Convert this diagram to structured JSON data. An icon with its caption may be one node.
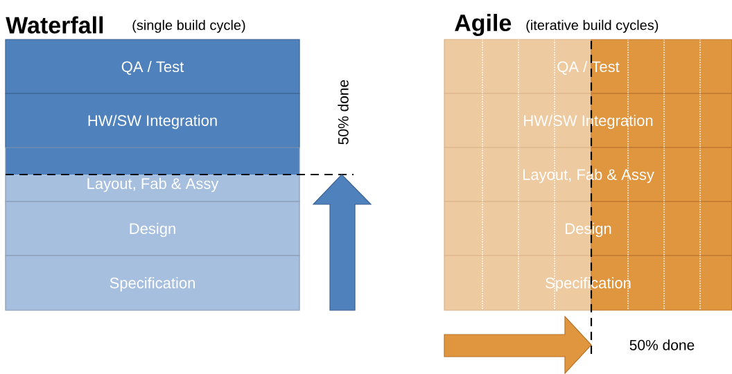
{
  "diagram": {
    "nodes": [
      {
        "text": [
          "QA / Test"
        ]
      },
      {
        "text": [
          "HW/SW Integration"
        ]
      },
      {
        "text": [
          "Layout, Fab & Assy"
        ]
      },
      {
        "text": [
          "Design"
        ]
      },
      {
        "text": [
          "Specification"
        ]
      },
      {
        "text": [
          "QA / Test"
        ]
      },
      {
        "text": [
          "HW/SW Integration"
        ]
      },
      {
        "text": [
          "Layout, Fab & Assy"
        ]
      },
      {
        "text": [
          "Design"
        ]
      },
      {
        "text": [
          "Specification"
        ]
      }
    ],
    "labels": [
      "Waterfall",
      "(single build cycle)",
      "Agile",
      "(iterative build cycles)",
      "50% done",
      "50% done"
    ]
  }
}
